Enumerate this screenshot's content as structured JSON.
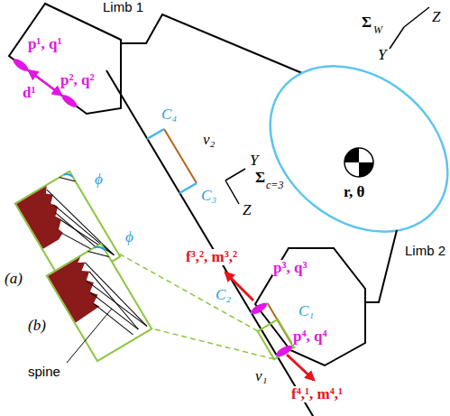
{
  "diagram": {
    "nodes": [
      {
        "text": [
          "p¹, q¹"
        ]
      },
      {
        "text": [
          "p², q²"
        ]
      },
      {
        "text": [
          "p³, q³"
        ]
      },
      {
        "text": [
          "p⁴, q⁴"
        ]
      }
    ],
    "edges": [
      {
        "from": 0,
        "to": 1,
        "label": "d¹",
        "arrow": "both"
      }
    ],
    "labels": [
      "Limb 1",
      "Σ",
      "W",
      "Z",
      "Y",
      "r, θ",
      "Limb 2",
      "C₄",
      "ν₂",
      "C₃",
      "Σ",
      "c=3",
      "Y",
      "Z",
      "ϕ",
      "ϕ",
      "(a)",
      "(b)",
      "spine",
      "C₂",
      "C₁",
      "ν₁",
      "f³,², m³,²",
      "f⁴,¹, m⁴,¹"
    ]
  }
}
